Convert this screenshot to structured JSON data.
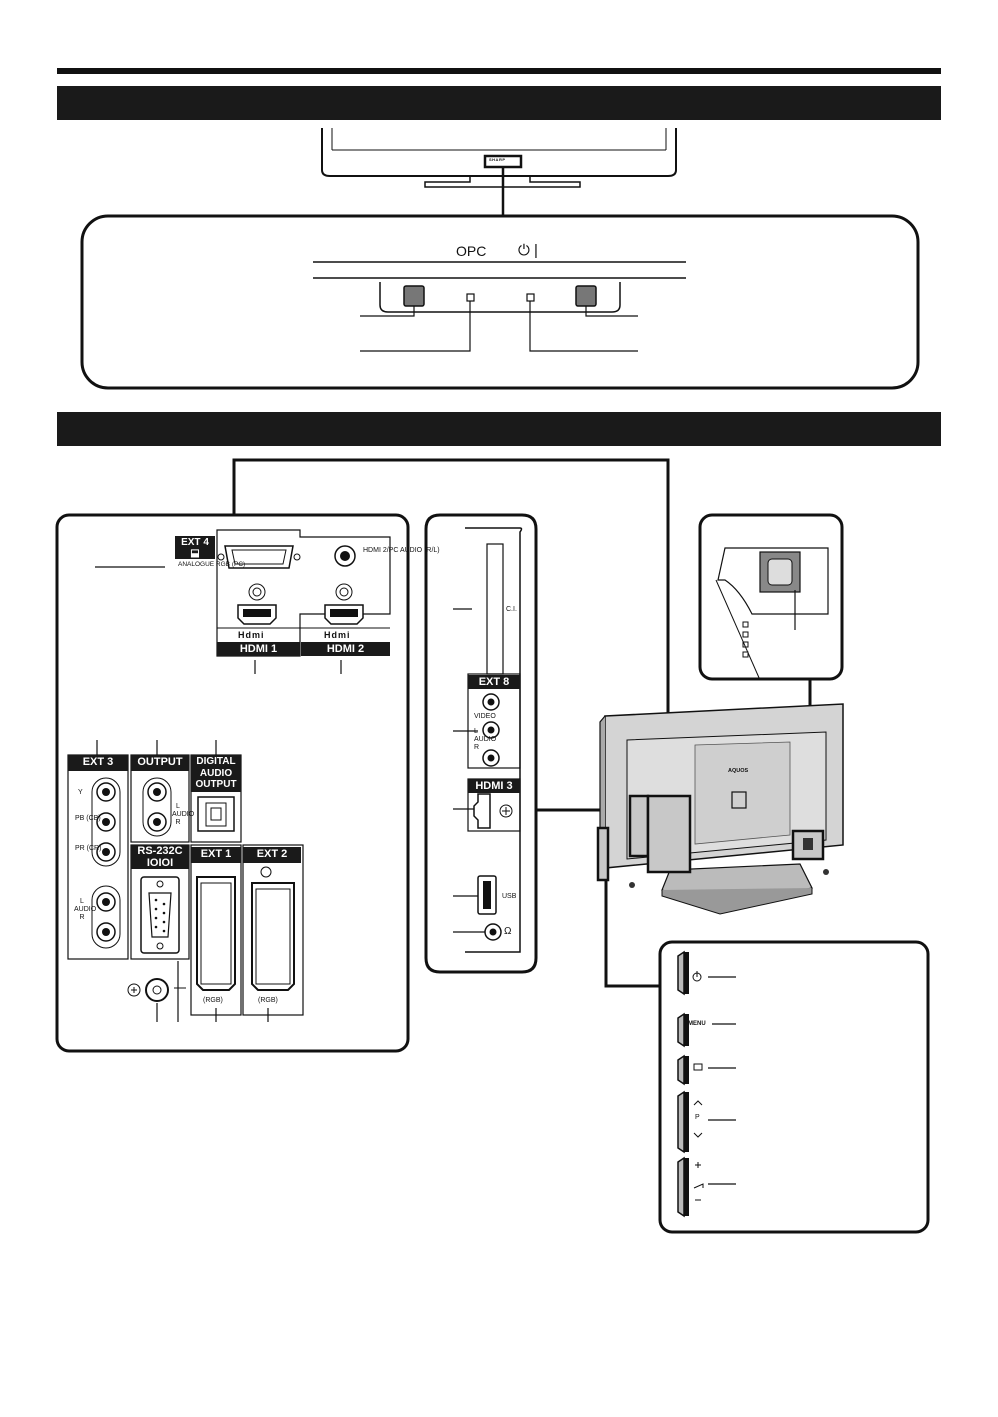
{
  "front": {
    "brand": "SHARP",
    "opc_label": "OPC",
    "power_symbol": "⏻ |"
  },
  "rear_panel": {
    "ext4": "EXT 4",
    "ext4_sub": "ANALOGUE RGB (PC)",
    "hdmi2pc_audio": "HDMI 2/PC AUDIO (R/L)",
    "hdmi_logo": "Hdmi",
    "hdmi1": "HDMI 1",
    "hdmi2": "HDMI 2",
    "ext3": "EXT 3",
    "ext3_y": "Y",
    "ext3_pb": "PB (CB)",
    "ext3_pr": "PR (CR)",
    "ext3_audio": "L AUDIO R",
    "output": "OUTPUT",
    "output_audio": "L AUDIO R",
    "digital_audio_output": [
      "DIGITAL",
      "AUDIO",
      "OUTPUT"
    ],
    "rs232c": "RS-232C",
    "rs232c_sub": "IOIOI",
    "ext1": "EXT 1",
    "ext2": "EXT 2",
    "rgb1": "(RGB)",
    "rgb2": "(RGB)"
  },
  "side_panel": {
    "ci": "C.I.",
    "ext8": "EXT 8",
    "video": "VIDEO",
    "audio": "L AUDIO R",
    "hdmi3": "HDMI 3",
    "usb": "USB",
    "headphone": "Ω"
  },
  "tv_back": {
    "brand": "AQUOS"
  },
  "side_controls": {
    "menu": "MENU",
    "p_label": "P"
  }
}
